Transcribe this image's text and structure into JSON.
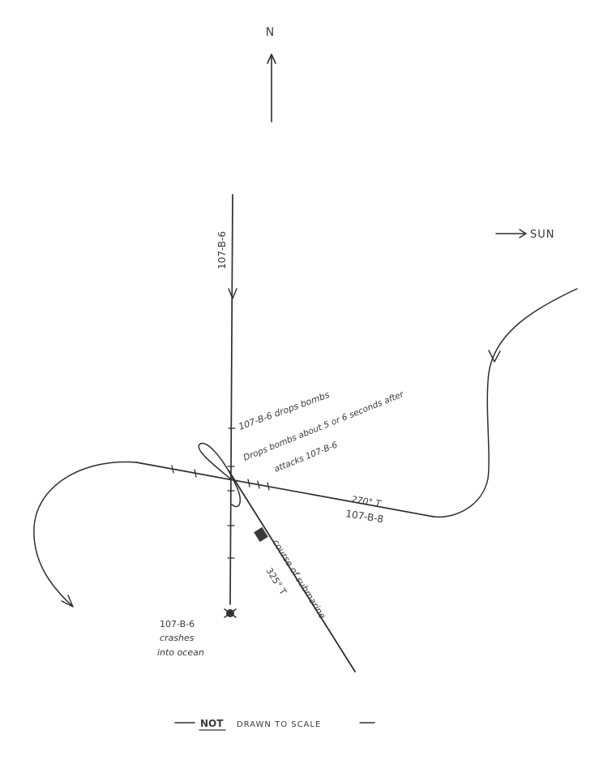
{
  "labels": {
    "north": "N",
    "sun": "SUN",
    "plane_top": "107-B-6",
    "drops_bombs": "107-B-6 drops bombs",
    "drops_after_line1": "Drops bombs about 5 or 6 seconds after",
    "drops_after_line2": "attacks 107-B-6",
    "heading_270": "270° T",
    "plane_right": "107-B-8",
    "course_325": "325° T",
    "course_text": "course of submarine",
    "crash_line1": "107-B-6",
    "crash_line2": "crashes",
    "crash_line3": "into ocean",
    "not_word": "NOT",
    "scale_rest": "DRAWN TO SCALE"
  }
}
